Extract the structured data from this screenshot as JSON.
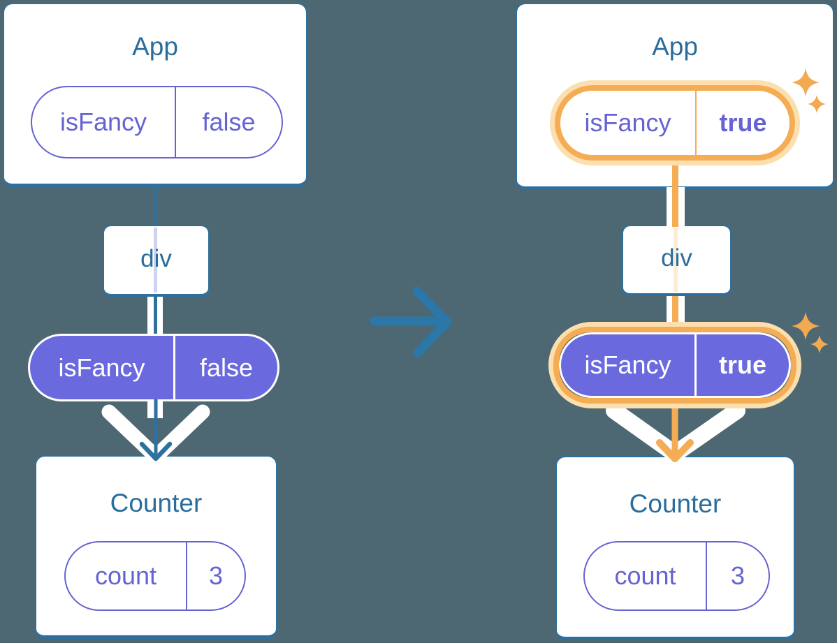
{
  "diagram": {
    "description": "React component tree prop flow, before and after isFancy prop changes",
    "icons": [
      "transition-right-arrow-icon",
      "flow-down-arrow-icon",
      "sparkles-icon"
    ]
  },
  "colors": {
    "background": "#4d6872",
    "card_border": "#2e6f9d",
    "title_text": "#2a6d9c",
    "purple_stroke": "#6663d2",
    "purple_fill": "#6b69de",
    "orange": "#f5ad55",
    "orange_pale": "#fbdfae",
    "teal_arrow": "#2e719f",
    "mid_arrow": "#2b77a8",
    "white": "#ffffff"
  },
  "trees": [
    {
      "state": "before",
      "app": {
        "title": "App"
      },
      "app_prop": {
        "name": "isFancy",
        "value": "false"
      },
      "div": {
        "label": "div"
      },
      "passed_prop": {
        "name": "isFancy",
        "value": "false"
      },
      "counter": {
        "title": "Counter"
      },
      "counter_state": {
        "name": "count",
        "value": "3"
      }
    },
    {
      "state": "after",
      "app": {
        "title": "App"
      },
      "app_prop": {
        "name": "isFancy",
        "value": "true"
      },
      "div": {
        "label": "div"
      },
      "passed_prop": {
        "name": "isFancy",
        "value": "true"
      },
      "counter": {
        "title": "Counter"
      },
      "counter_state": {
        "name": "count",
        "value": "3"
      }
    }
  ]
}
